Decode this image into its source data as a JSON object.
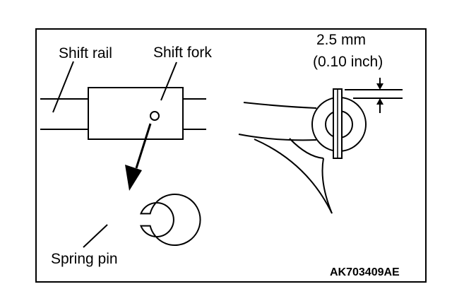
{
  "labels": {
    "shift_rail": "Shift rail",
    "shift_fork": "Shift fork",
    "spring_pin": "Spring pin",
    "dimension_mm": "2.5 mm",
    "dimension_inch": "(0.10 inch)",
    "figure_code": "AK703409AE"
  },
  "colors": {
    "line": "#000000",
    "background": "#ffffff"
  }
}
